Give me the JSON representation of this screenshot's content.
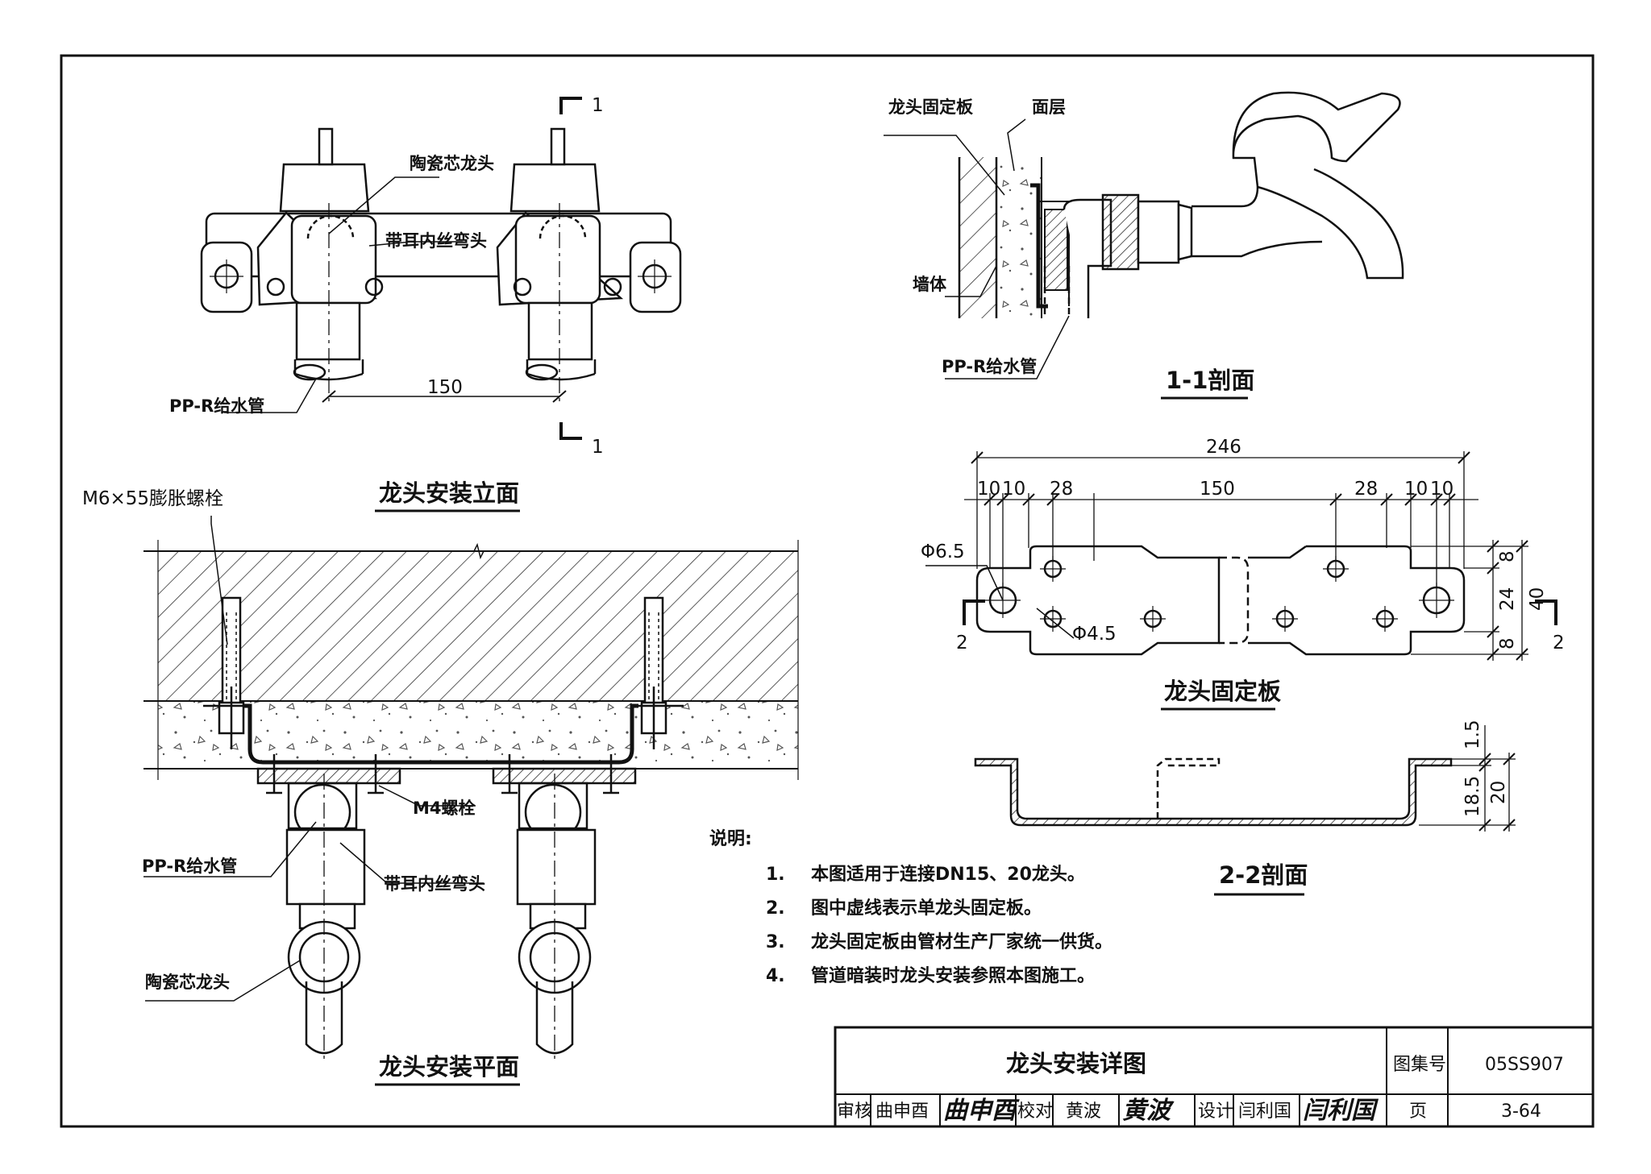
{
  "labels": {
    "ceramic_faucet": "陶瓷芯龙头",
    "elbow": "带耳内丝弯头",
    "ppr_pipe": "PP-R给水管",
    "section_mark_1": "1",
    "plate": "龙头固定板",
    "surface": "面层",
    "wall": "墙体",
    "bolt_m6": "M6×55膨胀螺栓",
    "bolt_m4": "M4螺栓"
  },
  "dims": {
    "elev_spacing": "150",
    "overall": "246",
    "d10a": "10",
    "d10b": "10",
    "d28a": "28",
    "d150": "150",
    "d28b": "28",
    "d10c": "10",
    "d10d": "10",
    "phi65": "Φ6.5",
    "phi45": "Φ4.5",
    "h8a": "8",
    "h24": "24",
    "h8b": "8",
    "h40": "40",
    "s15": "1.5",
    "s185": "18.5",
    "s20": "20",
    "section_mark_2": "2"
  },
  "titles": {
    "elevation": "龙头安装立面",
    "section11": "1-1剖面",
    "plate": "龙头固定板",
    "plan": "龙头安装平面",
    "section22": "2-2剖面"
  },
  "notes": {
    "heading": "说明:",
    "items": [
      {
        "num": "1.",
        "text": "本图适用于连接DN15、20龙头。"
      },
      {
        "num": "2.",
        "text": "图中虚线表示单龙头固定板。"
      },
      {
        "num": "3.",
        "text": "龙头固定板由管材生产厂家统一供货。"
      },
      {
        "num": "4.",
        "text": "管道暗装时龙头安装参照本图施工。"
      }
    ]
  },
  "title_block": {
    "title": "龙头安装详图",
    "atlas_label": "图集号",
    "atlas_no": "05SS907",
    "page_label": "页",
    "page_no": "3-64",
    "review_label": "审核",
    "review_name": "曲申酉",
    "review_sig": "曲申酉",
    "check_label": "校对",
    "check_name": "黄波",
    "check_sig": "黄波",
    "design_label": "设计",
    "design_name": "闫利国",
    "design_sig": "闫利国"
  }
}
